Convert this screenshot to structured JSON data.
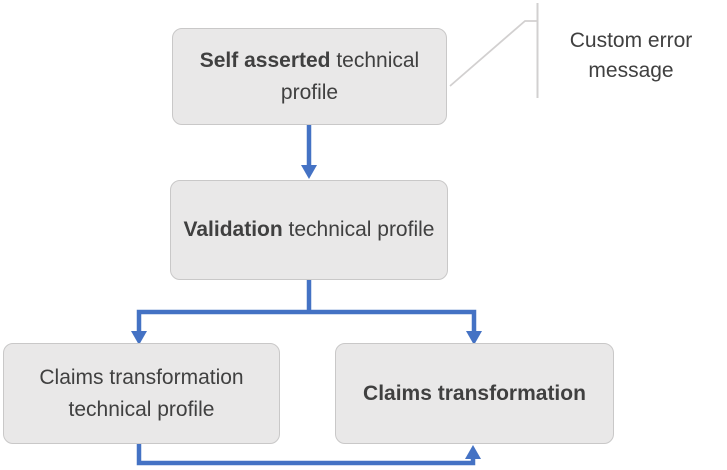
{
  "colors": {
    "accent-blue": "#4472C4",
    "box-fill": "#E9E8E8",
    "box-border": "#C9C8C8",
    "text-color": "#404040",
    "callout-line": "#D2D0D0"
  },
  "diagram": {
    "nodes": {
      "self_asserted": {
        "bold": "Self asserted",
        "rest": "technical profile"
      },
      "validation": {
        "bold": "Validation",
        "rest": "technical profile"
      },
      "claims_tp": {
        "text": "Claims transformation technical profile"
      },
      "claims": {
        "bold": "Claims transformation"
      }
    },
    "callout": {
      "text": "Custom error message"
    }
  }
}
